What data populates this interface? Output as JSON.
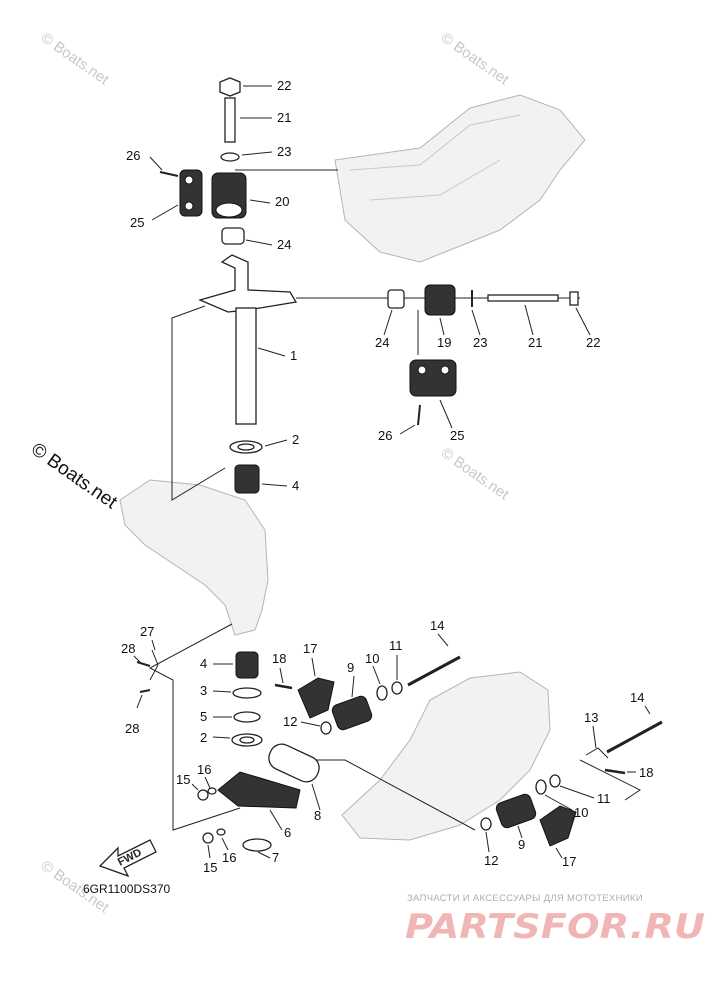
{
  "watermark": {
    "copyright_text": "© Boats.net",
    "site_text": "© Boats.net"
  },
  "callouts": {
    "c1": "1",
    "c2a": "2",
    "c2b": "2",
    "c3": "3",
    "c4a": "4",
    "c4b": "4",
    "c5": "5",
    "c6": "6",
    "c7": "7",
    "c8": "8",
    "c9a": "9",
    "c9b": "9",
    "c10a": "10",
    "c10b": "10",
    "c11a": "11",
    "c11b": "11",
    "c12a": "12",
    "c12b": "12",
    "c13": "13",
    "c14a": "14",
    "c14b": "14",
    "c15a": "15",
    "c15b": "15",
    "c16a": "16",
    "c16b": "16",
    "c17a": "17",
    "c17b": "17",
    "c18a": "18",
    "c18b": "18",
    "c19": "19",
    "c20": "20",
    "c21a": "21",
    "c21b": "21",
    "c22a": "22",
    "c22b": "22",
    "c23a": "23",
    "c23b": "23",
    "c24a": "24",
    "c24b": "24",
    "c25a": "25",
    "c25b": "25",
    "c26a": "26",
    "c26b": "26",
    "c27": "27",
    "c28a": "28",
    "c28b": "28"
  },
  "fwd_label": "FWD",
  "diagram_code": "6GR1100DS370",
  "brand": {
    "tagline": "ЗАПЧАСТИ И АКСЕССУАРЫ ДЛЯ МОТОТЕХНИКИ",
    "name": "PARTSFOR.RU"
  }
}
